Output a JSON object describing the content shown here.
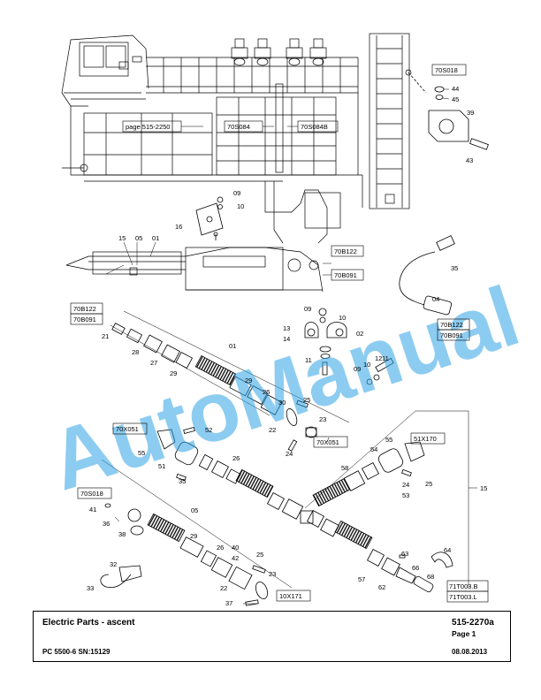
{
  "watermark": "AutoManual",
  "refs": {
    "page": "page 515-2250",
    "r70S018a": "70S018",
    "r70S084": "70S084",
    "r70S084B": "70S084B",
    "r70B122a": "70B122",
    "r70B091a": "70B091",
    "r70B122b": "70B122",
    "r70B091b": "70B091",
    "r70B122c": "70B122",
    "r70B091c": "70B091",
    "r70X051a": "70X051",
    "r70X051b": "70X051",
    "r51X170": "51X170",
    "r70S018b": "70S018",
    "r10X171": "10X171",
    "r71T003B": "71T003.B",
    "r71T003L": "71T003.L"
  },
  "parts": {
    "p44": "44",
    "p45": "45",
    "p39": "39",
    "p43": "43",
    "p09a": "09",
    "p10a": "10",
    "p16": "16",
    "p15a": "15",
    "p05a": "05",
    "p01a": "01",
    "p35": "35",
    "p04": "04",
    "p09b": "09",
    "p10b": "10",
    "p13": "13",
    "p14": "14",
    "p02": "02",
    "p11a": "11",
    "p12": "12",
    "p11b": "11",
    "p10c": "10",
    "p09c": "09",
    "p21": "21",
    "p28": "28",
    "p27": "27",
    "p29a": "29",
    "p01b": "01",
    "p29b": "29",
    "p26a": "26",
    "p30": "30",
    "p25a": "25",
    "p22a": "22",
    "p23a": "23",
    "p24a": "24",
    "p52": "52",
    "p55a": "55",
    "p51": "51",
    "p26b": "26",
    "p35b": "35",
    "p55b": "55",
    "p54": "54",
    "p58": "58",
    "p24b": "24",
    "p53": "53",
    "p25b": "25",
    "p15b": "15",
    "p41": "41",
    "p36": "36",
    "p38": "38",
    "p05b": "05",
    "p29c": "29",
    "p26c": "26",
    "p40": "40",
    "p42": "42",
    "p25c": "25",
    "p22b": "22",
    "p23b": "23",
    "p32": "32",
    "p33": "33",
    "p37": "37",
    "p63": "63",
    "p64": "64",
    "p57": "57",
    "p62": "62",
    "p66": "66",
    "p68": "68"
  },
  "titleblock": {
    "title": "Electric Parts - ascent",
    "doc_number": "515-2270a",
    "page": "Page 1",
    "model": "PC 5500-6 SN:15129",
    "date": "08.08.2013"
  }
}
